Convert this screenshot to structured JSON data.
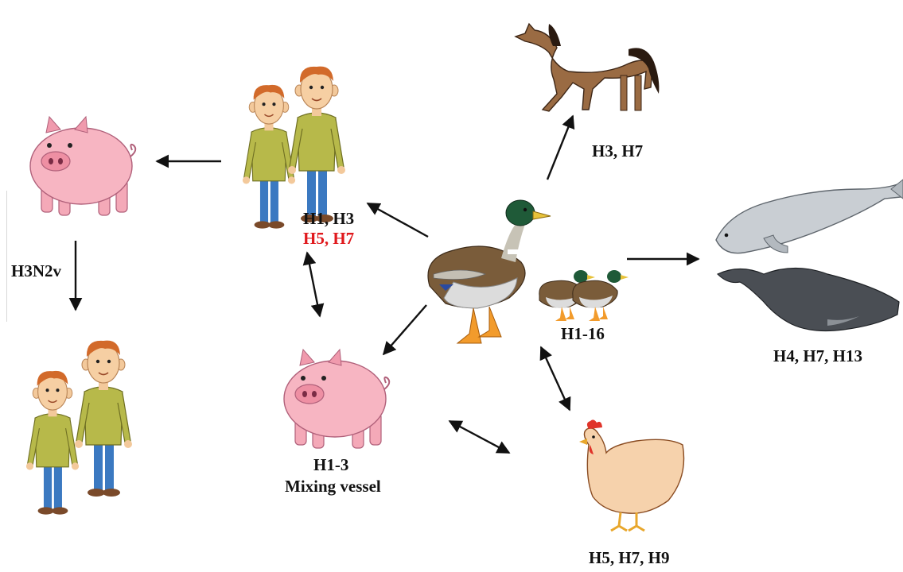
{
  "labels": {
    "horse": "H3, H7",
    "humans_top": "H1, H3",
    "humans_top_highlight": "H5, H7",
    "pig_transmission": "H3N2v",
    "ducks": "H1-16",
    "marine": "H4, H7, H13",
    "pig_center": "H1-3",
    "pig_center_sub": "Mixing vessel",
    "chicken": "H5, H7, H9"
  },
  "colors": {
    "highlight": "#e0191d",
    "pig": "#f4a9b8",
    "shirt": "#b7b94a",
    "jeans": "#3b79c1",
    "horse": "#9a6b43",
    "seal": "#c9ced3",
    "whale": "#4a4e54"
  },
  "icons": [
    "pig-icon",
    "human-pair-icon",
    "horse-icon",
    "mallard-duck-icon",
    "seal-icon",
    "whale-icon",
    "chicken-icon"
  ]
}
